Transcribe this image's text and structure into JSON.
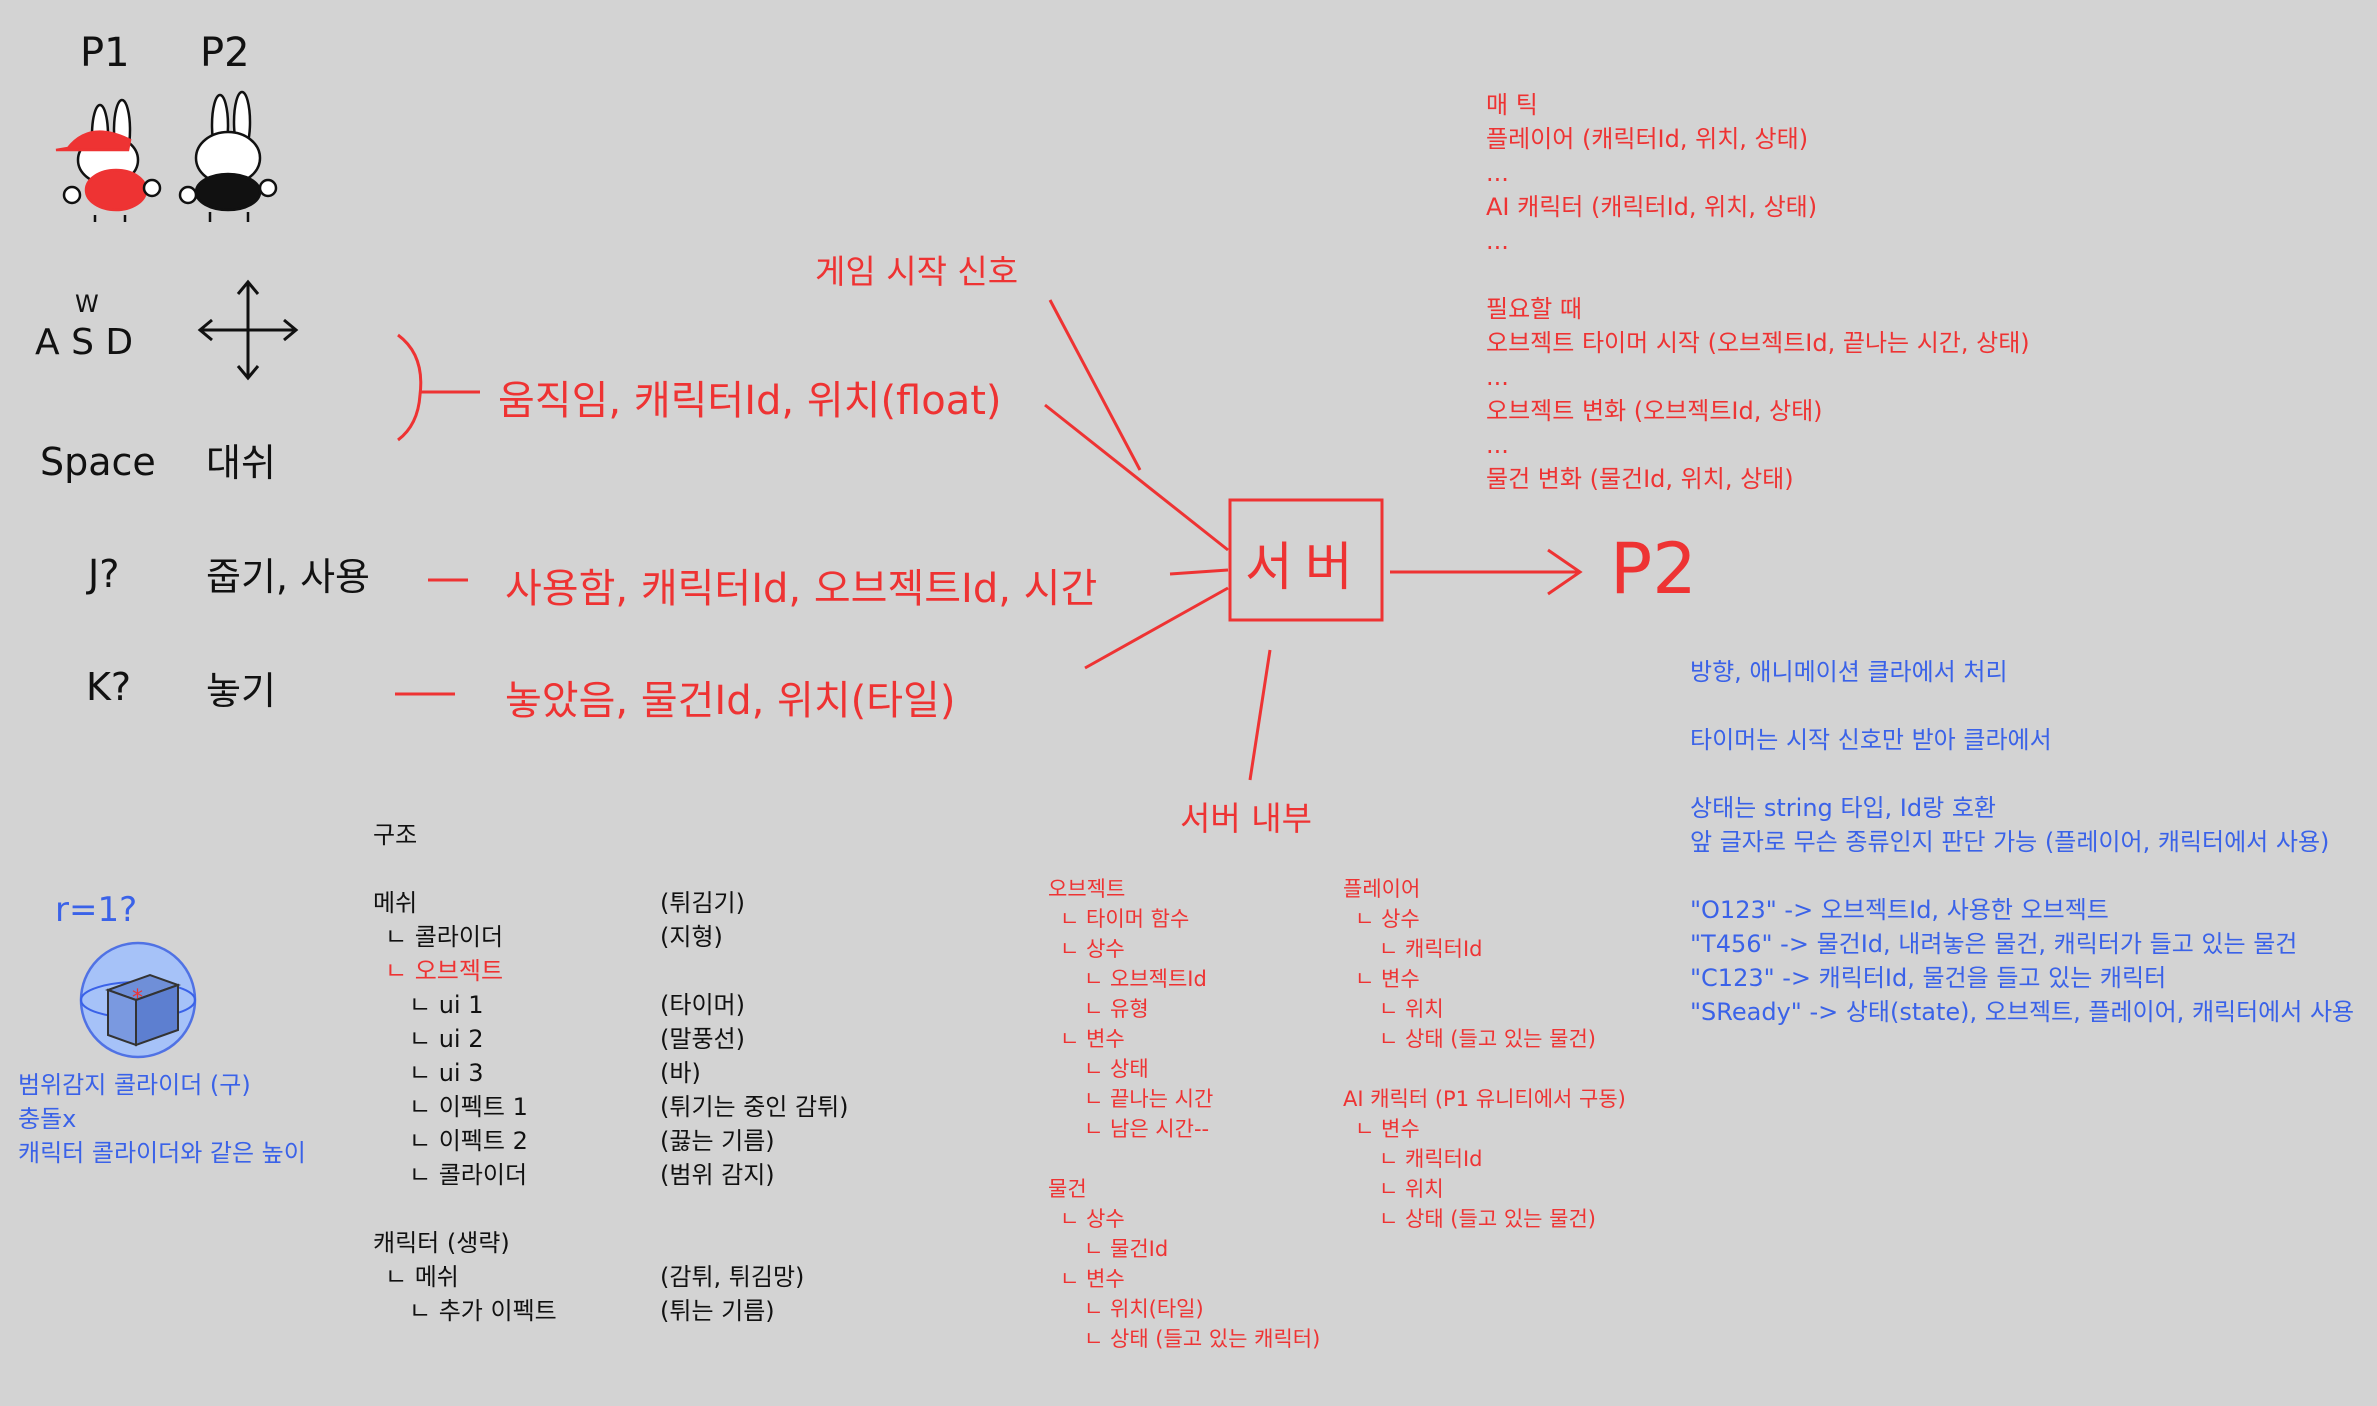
{
  "players": {
    "p1": "P1",
    "p2": "P2"
  },
  "controls": {
    "wasd": {
      "w": "W",
      "asd": "A S D"
    },
    "space": "Space",
    "dash": "대쉬",
    "j": "J?",
    "pickup_use": "줍기, 사용",
    "k": "K?",
    "drop": "놓기"
  },
  "messages": {
    "move": "움직임, 캐릭터Id, 위치(float)",
    "use": "사용함, 캐릭터Id, 오브젝트Id, 시간",
    "drop": "놓았음, 물건Id, 위치(타일)",
    "game_start": "게임 시작 신호",
    "server": "서버",
    "server_internal": "서버 내부",
    "target": "P2"
  },
  "broadcast": {
    "lines": [
      "매 틱",
      "플레이어 (캐릭터Id, 위치, 상태)",
      "...",
      "AI 캐릭터 (캐릭터Id, 위치, 상태)",
      "...",
      "",
      "필요할 때",
      "오브젝트 타이머 시작 (오브젝트Id, 끝나는 시간, 상태)",
      "...",
      "오브젝트 변화 (오브젝트Id, 상태)",
      "...",
      "물건 변화 (물건Id, 위치, 상태)"
    ]
  },
  "notes": {
    "lines": [
      "방향, 애니메이션 클라에서 처리",
      "",
      "타이머는 시작 신호만 받아 클라에서",
      "",
      "상태는 string 타입, Id랑 호환",
      "앞 글자로 무슨 종류인지 판단 가능 (플레이어, 캐릭터에서 사용)",
      "",
      "\"O123\" -> 오브젝트Id, 사용한 오브젝트",
      "\"T456\" -> 물건Id, 내려놓은 물건, 캐릭터가 들고 있는 물건",
      "\"C123\" -> 캐릭터Id, 물건을 들고 있는 캐릭터",
      "\"SReady\" -> 상태(state), 오브젝트, 플레이어, 캐릭터에서 사용"
    ]
  },
  "collider": {
    "radius": "r=1?",
    "lines": [
      "범위감지 콜라이더 (구)",
      "충돌x",
      "캐릭터 콜라이더와 같은 높이"
    ]
  },
  "structure": {
    "title": "구조",
    "left": [
      "",
      "메쉬",
      "ㄴ 콜라이더",
      "ㄴ 오브젝트",
      "ㄴ ui 1",
      "ㄴ ui 2",
      "ㄴ ui 3",
      "ㄴ 이펙트 1",
      "ㄴ 이펙트 2",
      "ㄴ 콜라이더",
      "",
      "캐릭터 (생략)",
      "ㄴ 메쉬",
      "ㄴ 추가 이펙트"
    ],
    "right": [
      "",
      "(튀김기)",
      "(지형)",
      "",
      "(타이머)",
      "(말풍선)",
      "(바)",
      "(튀기는 중인 감튀)",
      "(끓는 기름)",
      "(범위 감지)",
      "",
      "",
      "(감튀, 튀김망)",
      "(튀는 기름)"
    ]
  },
  "server_internal": {
    "col1": [
      "오브젝트",
      "ㄴ 타이머 함수",
      "ㄴ 상수",
      "ㄴ 오브젝트Id",
      "ㄴ 유형",
      "ㄴ 변수",
      "ㄴ 상태",
      "ㄴ 끝나는 시간",
      "ㄴ 남은 시간--",
      "",
      "물건",
      "ㄴ 상수",
      "ㄴ 물건Id",
      "ㄴ 변수",
      "ㄴ 위치(타일)",
      "ㄴ 상태 (들고 있는 캐릭터)"
    ],
    "col2": [
      "플레이어",
      "ㄴ 상수",
      "ㄴ 캐릭터Id",
      "ㄴ 변수",
      "ㄴ 위치",
      "ㄴ 상태 (들고 있는 물건)",
      "",
      "AI 캐릭터 (P1 유니티에서 구동)",
      "ㄴ 변수",
      "ㄴ 캐릭터Id",
      "ㄴ 위치",
      "ㄴ 상태 (들고 있는 물건)"
    ]
  },
  "colors": {
    "background": "#d3d3d3",
    "red": "#ee3333",
    "blue": "#3a62e8",
    "black": "#111111"
  }
}
